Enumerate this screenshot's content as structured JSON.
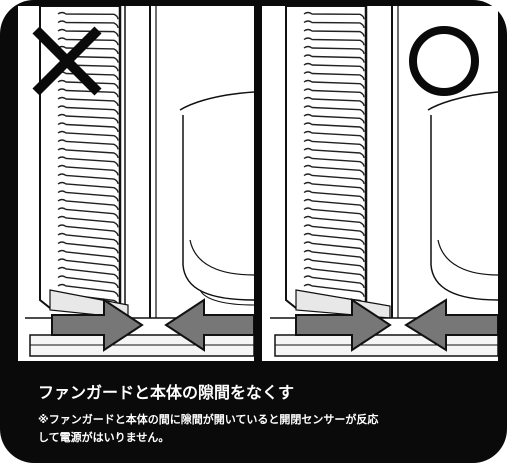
{
  "caption": {
    "title": "ファンガードと本体の隙間をなくす",
    "note_line1": "※ファンガードと本体の間に隙間が開いていると開閉センサーが反応",
    "note_line2": "して電源がはいりません。"
  },
  "panels": [
    {
      "mark": "✕",
      "meaning": "incorrect"
    },
    {
      "mark": "○",
      "meaning": "correct"
    }
  ],
  "colors": {
    "frame": "#0a0a0a",
    "panel_bg": "#ffffff",
    "arrow_fill": "#777777",
    "line": "#111111"
  }
}
